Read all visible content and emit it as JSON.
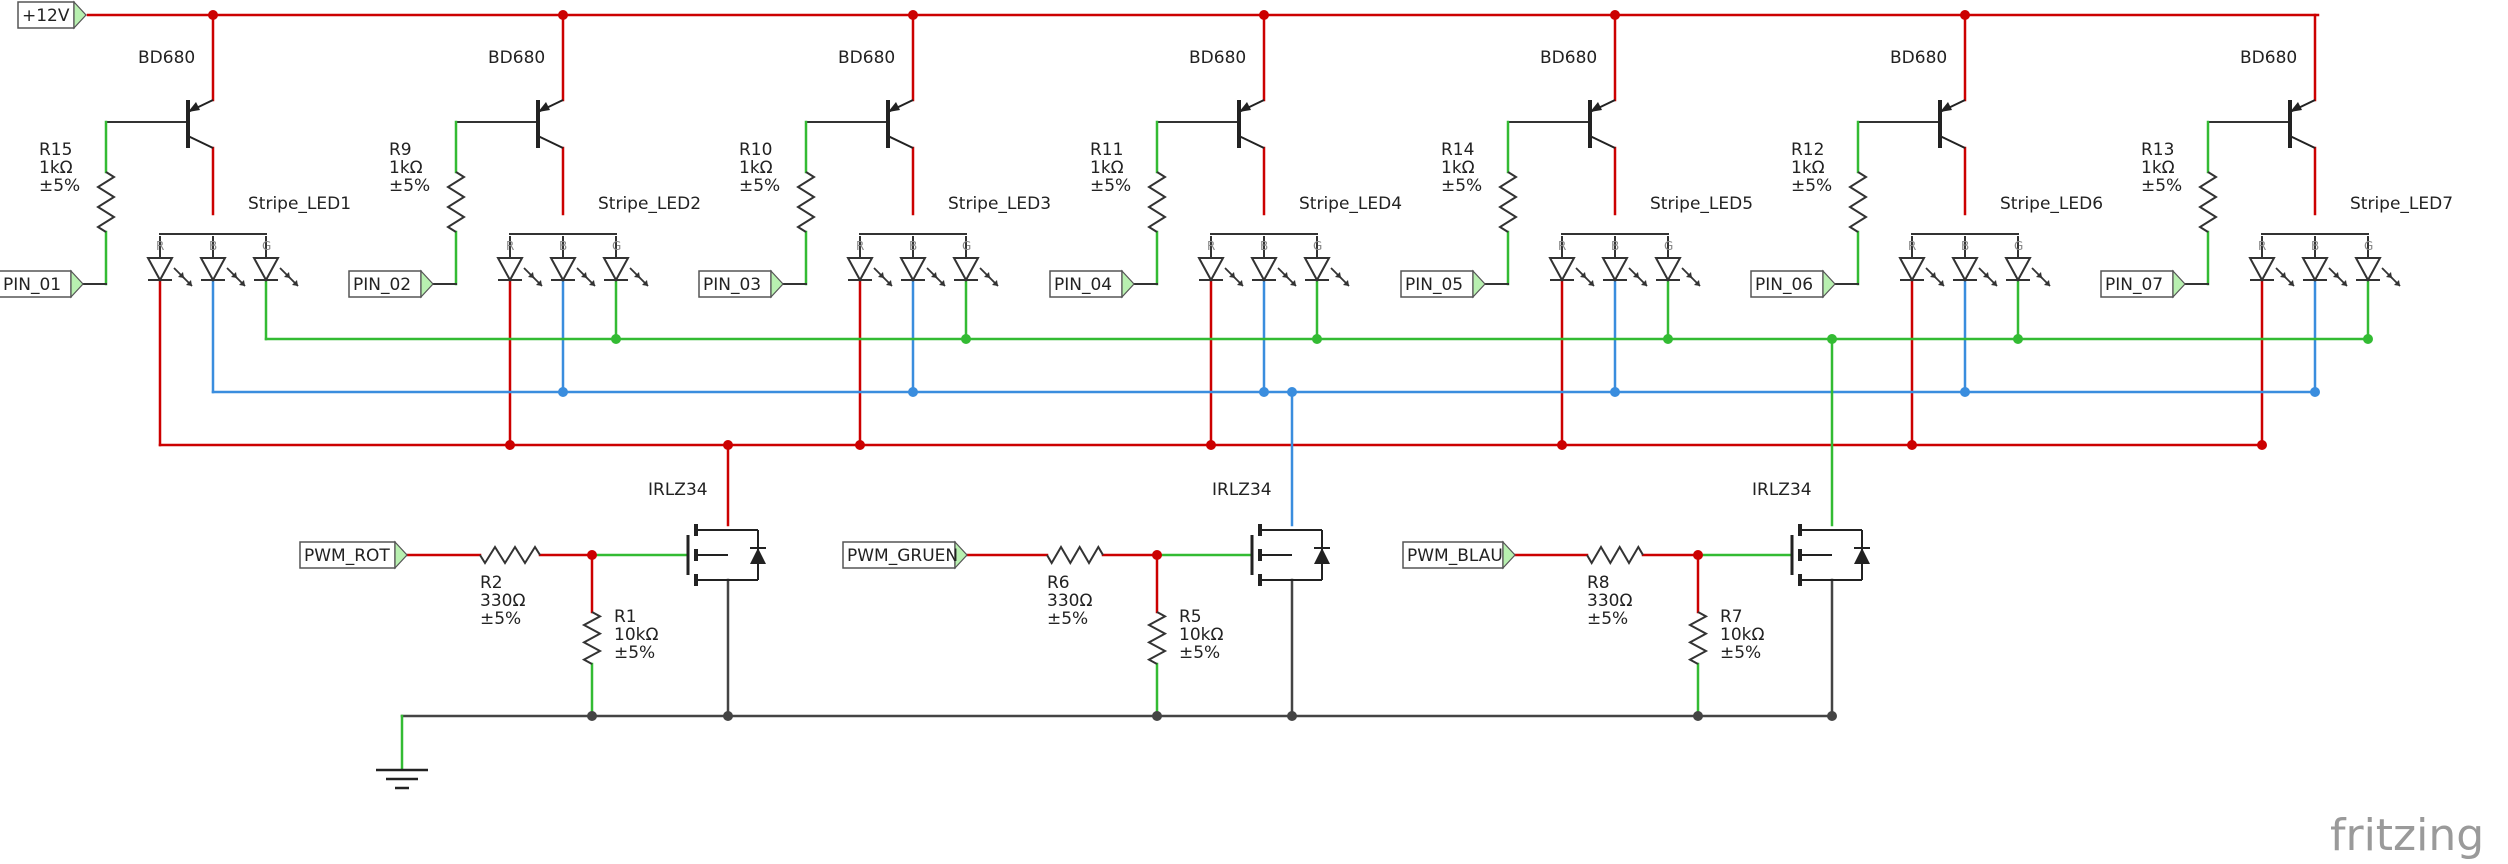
{
  "supply": {
    "label": "+12V"
  },
  "channels": [
    {
      "resistor": {
        "name": "R15",
        "value": "1kΩ",
        "tol": "±5%"
      },
      "transistor": "BD680",
      "strip": "Stripe_LED1",
      "pin": "PIN_01"
    },
    {
      "resistor": {
        "name": "R9",
        "value": "1kΩ",
        "tol": "±5%"
      },
      "transistor": "BD680",
      "strip": "Stripe_LED2",
      "pin": "PIN_02"
    },
    {
      "resistor": {
        "name": "R10",
        "value": "1kΩ",
        "tol": "±5%"
      },
      "transistor": "BD680",
      "strip": "Stripe_LED3",
      "pin": "PIN_03"
    },
    {
      "resistor": {
        "name": "R11",
        "value": "1kΩ",
        "tol": "±5%"
      },
      "transistor": "BD680",
      "strip": "Stripe_LED4",
      "pin": "PIN_04"
    },
    {
      "resistor": {
        "name": "R14",
        "value": "1kΩ",
        "tol": "±5%"
      },
      "transistor": "BD680",
      "strip": "Stripe_LED5",
      "pin": "PIN_05"
    },
    {
      "resistor": {
        "name": "R12",
        "value": "1kΩ",
        "tol": "±5%"
      },
      "transistor": "BD680",
      "strip": "Stripe_LED6",
      "pin": "PIN_06"
    },
    {
      "resistor": {
        "name": "R13",
        "value": "1kΩ",
        "tol": "±5%"
      },
      "transistor": "BD680",
      "strip": "Stripe_LED7",
      "pin": "PIN_07"
    }
  ],
  "led_letters": [
    "R",
    "B",
    "G"
  ],
  "drivers": [
    {
      "pwm": "PWM_ROT",
      "mosfet": "IRLZ34",
      "gate_res": {
        "name": "R2",
        "value": "330Ω",
        "tol": "±5%"
      },
      "pull_res": {
        "name": "R1",
        "value": "10kΩ",
        "tol": "±5%"
      }
    },
    {
      "pwm": "PWM_GRUEN",
      "mosfet": "IRLZ34",
      "gate_res": {
        "name": "R6",
        "value": "330Ω",
        "tol": "±5%"
      },
      "pull_res": {
        "name": "R5",
        "value": "10kΩ",
        "tol": "±5%"
      }
    },
    {
      "pwm": "PWM_BLAU",
      "mosfet": "IRLZ34",
      "gate_res": {
        "name": "R8",
        "value": "330Ω",
        "tol": "±5%"
      },
      "pull_res": {
        "name": "R7",
        "value": "10kΩ",
        "tol": "±5%"
      }
    }
  ],
  "colors": {
    "supply": "#cc0000",
    "red_bus": "#cc0000",
    "blue_bus": "#3a8dde",
    "green_bus": "#33bb33",
    "ground": "#444444",
    "pin_tag": "#b8f0b0"
  },
  "brand": "fritzing"
}
